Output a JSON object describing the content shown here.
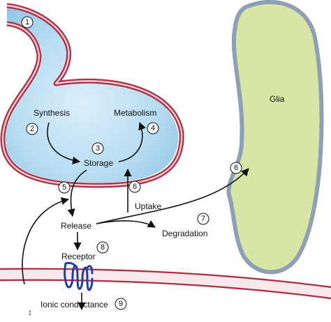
{
  "labels": {
    "synthesis": "Synthesis",
    "metabolism": "Metabolism",
    "storage": "Storage",
    "glia": "Glia",
    "uptake": "Uptake",
    "release": "Release",
    "degradation": "Degradation",
    "receptor": "Receptor",
    "ionic_conductance": "Ionic conductance",
    "ionic_symbol": "↕"
  },
  "step_numbers": {
    "n1": "1",
    "n2": "2",
    "n3": "3",
    "n4": "4",
    "n5": "5",
    "n6_terminal": "6",
    "n6_glia": "6",
    "n7": "7",
    "n8": "8",
    "n9": "9"
  },
  "colors": {
    "membrane_outer": "#b03045",
    "membrane_inner": "#f4d8de",
    "cytoplasm": "#a9d3ec",
    "glia_fill": "#d7e6a6",
    "glia_border": "#8f9fb4",
    "receptor": "#1e3fa0",
    "arrow": "#111111"
  }
}
